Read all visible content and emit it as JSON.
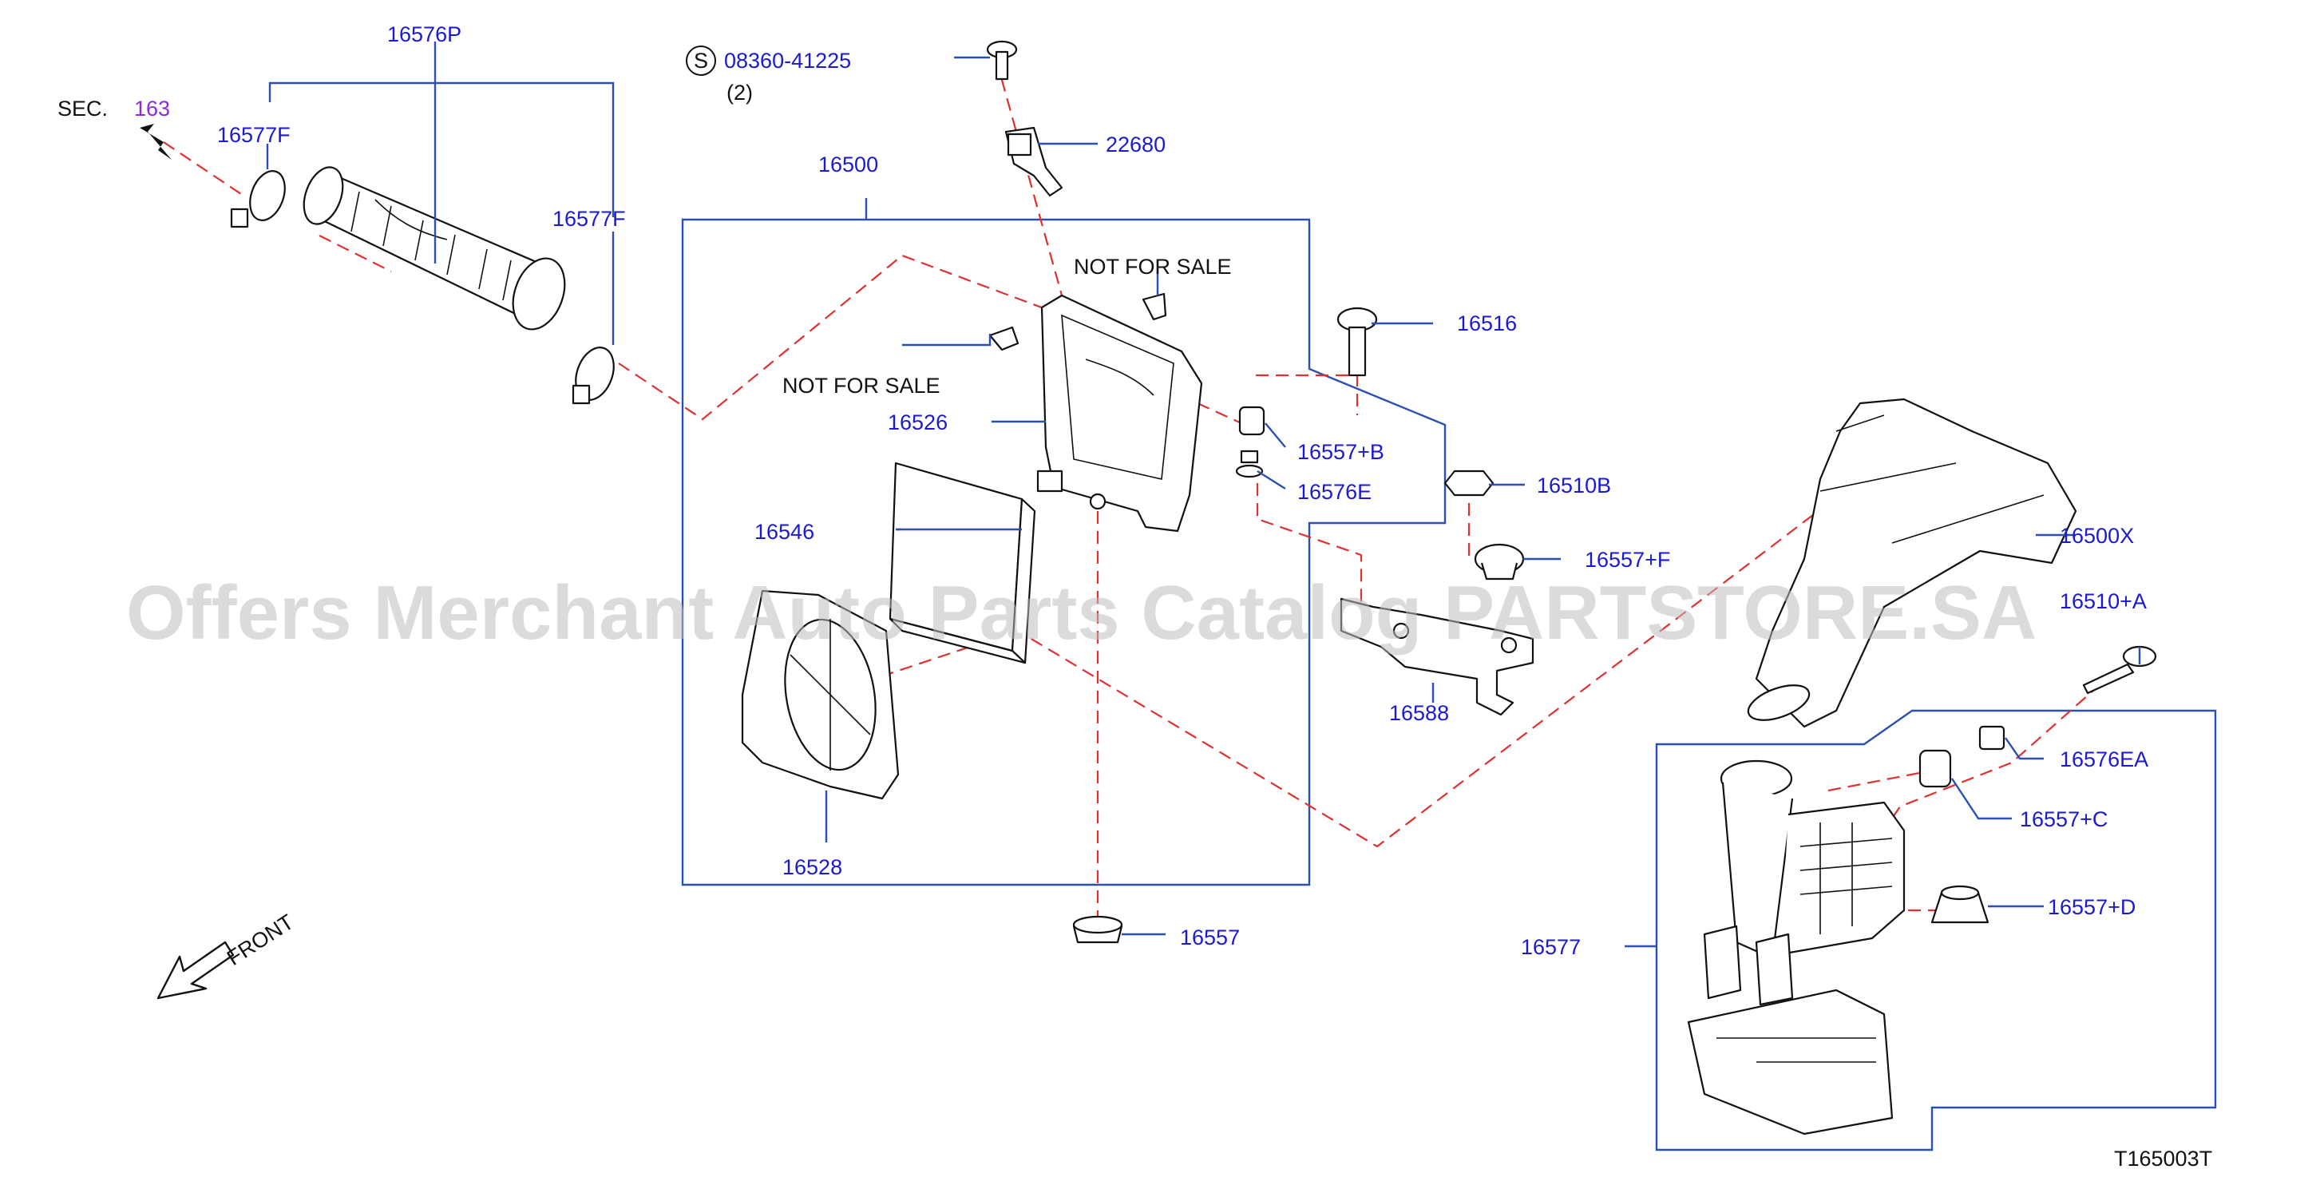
{
  "watermark": "Offers Merchant Auto Parts Catalog PARTSTORE.SA",
  "diagram_id": "T165003T",
  "sec_ref": {
    "prefix": "SEC.",
    "number": "163"
  },
  "screw_ref": {
    "symbol": "S",
    "part": "08360-41225",
    "qty": "(2)"
  },
  "front_label": "FRONT",
  "not_for_sale": "NOT  FOR  SALE",
  "parts": {
    "p16576P": "16576P",
    "p16577F_a": "16577F",
    "p16577F_b": "16577F",
    "p16500": "16500",
    "p22680": "22680",
    "p16516": "16516",
    "p16526": "16526",
    "p16557B": "16557+B",
    "p16576E": "16576E",
    "p16510B": "16510B",
    "p16546": "16546",
    "p16557F": "16557+F",
    "p16500X": "16500X",
    "p16510A": "16510+A",
    "p16588": "16588",
    "p16528": "16528",
    "p16576EA": "16576EA",
    "p16557C": "16557+C",
    "p16557D": "16557+D",
    "p16557": "16557",
    "p16577": "16577"
  }
}
